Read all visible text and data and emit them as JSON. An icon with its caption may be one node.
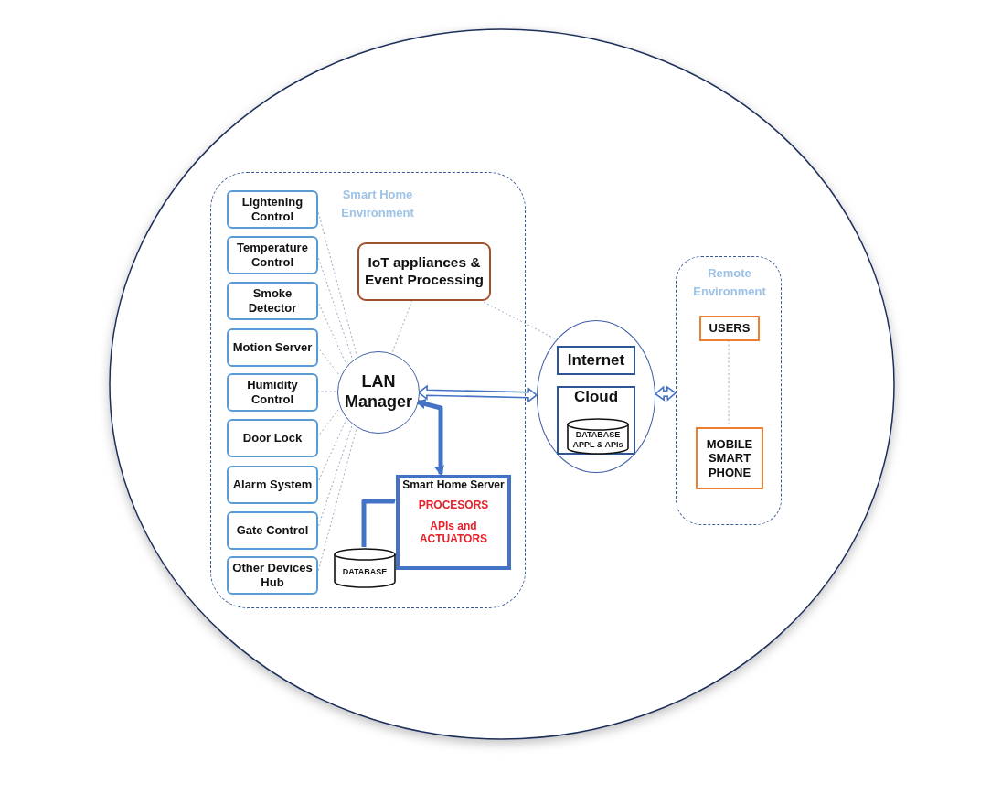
{
  "diagram": {
    "nodes": [
      {
        "text": [
          "Smart Home Environment"
        ]
      },
      {
        "text": [
          "Lightening Control"
        ],
        "in": 0
      },
      {
        "text": [
          "Temperature Control"
        ],
        "in": 0
      },
      {
        "text": [
          "Smoke Detector"
        ],
        "in": 0
      },
      {
        "text": [
          "Motion Server"
        ],
        "in": 0
      },
      {
        "text": [
          "Humidity Control"
        ],
        "in": 0
      },
      {
        "text": [
          "Door Lock"
        ],
        "in": 0
      },
      {
        "text": [
          "Alarm System"
        ],
        "in": 0
      },
      {
        "text": [
          "Gate Control"
        ],
        "in": 0
      },
      {
        "text": [
          "Other Devices Hub"
        ],
        "in": 0
      },
      {
        "text": [
          "IoT appliances & Event Processing"
        ],
        "in": 0
      },
      {
        "text": [
          "LAN Manager"
        ],
        "in": 0
      },
      {
        "text": [
          "Smart Home Server",
          "PROCESORS",
          "APIs and ACTUATORS"
        ],
        "in": 0
      },
      {
        "text": [
          "DATABASE"
        ],
        "in": 0
      },
      {
        "text": [],
        "shape": "circle"
      },
      {
        "text": [
          "Internet"
        ],
        "in": 14
      },
      {
        "text": [
          "Cloud"
        ],
        "in": 14
      },
      {
        "text": [
          "DATABASE APPL & APIs"
        ],
        "in": 16
      },
      {
        "text": [
          "Remote Environment"
        ]
      },
      {
        "text": [
          "USERS"
        ],
        "in": 18
      },
      {
        "text": [
          "MOBILE SMART PHONE"
        ],
        "in": 18
      }
    ],
    "edges": [
      {
        "from": 1,
        "to": 11,
        "arrow": "none",
        "style": "dashed"
      },
      {
        "from": 2,
        "to": 11,
        "arrow": "none",
        "style": "dashed"
      },
      {
        "from": 3,
        "to": 11,
        "arrow": "none",
        "style": "dashed"
      },
      {
        "from": 4,
        "to": 11,
        "arrow": "none",
        "style": "dashed"
      },
      {
        "from": 5,
        "to": 11,
        "arrow": "none",
        "style": "dashed"
      },
      {
        "from": 6,
        "to": 11,
        "arrow": "none",
        "style": "dashed"
      },
      {
        "from": 7,
        "to": 11,
        "arrow": "none",
        "style": "dashed"
      },
      {
        "from": 8,
        "to": 11,
        "arrow": "none",
        "style": "dashed"
      },
      {
        "from": 9,
        "to": 11,
        "arrow": "none",
        "style": "dashed"
      },
      {
        "from": 10,
        "to": 11,
        "arrow": "none",
        "style": "dashed"
      },
      {
        "from": 10,
        "to": 15,
        "arrow": "none",
        "style": "dashed"
      },
      {
        "from": 11,
        "to": 14,
        "arrow": "both",
        "style": "thick",
        "color": "#4472c4"
      },
      {
        "from": 11,
        "to": 12,
        "arrow": "both",
        "style": "thick",
        "color": "#4472c4"
      },
      {
        "from": 12,
        "to": 13,
        "arrow": "none",
        "style": "thick",
        "color": "#4472c4"
      },
      {
        "from": 14,
        "to": 18,
        "arrow": "both",
        "style": "thick",
        "color": "#4472c4"
      },
      {
        "from": 19,
        "to": 20,
        "arrow": "none",
        "style": "dashed"
      }
    ]
  }
}
